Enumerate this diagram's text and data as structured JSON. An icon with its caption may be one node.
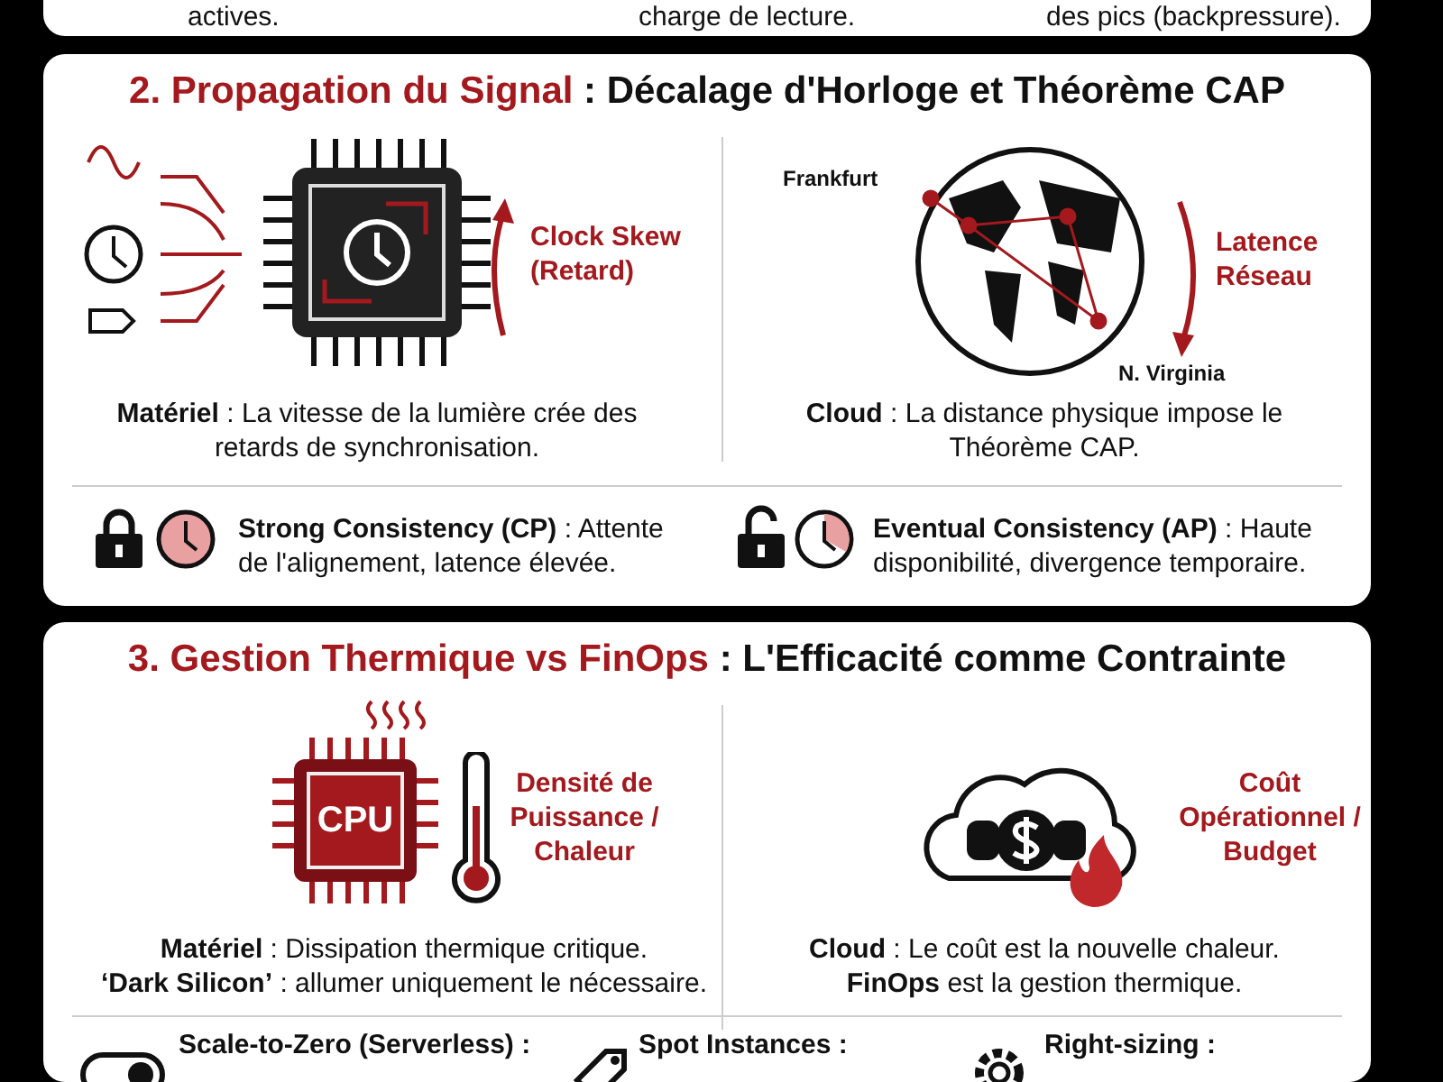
{
  "diagram": {
    "nodes": [
      {
        "text": [
          "actives.",
          "charge de lecture.",
          "des pics (backpressure)."
        ]
      },
      {
        "text": [
          "**2. Propagation du Signal** : Décalage d'Horloge et Théorème CAP",
          "Clock Skew (Retard)",
          "Frankfurt",
          "Latence Réseau",
          "N. Virginia",
          "**Matériel** : La vitesse de la lumière crée des retards de synchronisation.",
          "**Cloud** : La distance physique impose le Théorème CAP.",
          "**Strong Consistency (CP)** : Attente de l'alignement, latence élevée.",
          "**Eventual Consistency (AP)** : Haute disponibilité, divergence temporaire."
        ]
      },
      {
        "text": [
          "**3. Gestion Thermique vs FinOps** : L'Efficacité comme Contrainte",
          "CPU",
          "Densité de Puissance / Chaleur",
          "Coût Opérationnel / Budget",
          "**Matériel** : Dissipation thermique critique.",
          "**‘Dark Silicon’** : allumer uniquement le nécessaire.",
          "**Cloud** : Le coût est la nouvelle chaleur.",
          "**FinOps** est la gestion thermique.",
          "Scale-to-Zero (Serverless) :",
          "Spot Instances :",
          "Right-sizing :"
        ]
      }
    ]
  }
}
